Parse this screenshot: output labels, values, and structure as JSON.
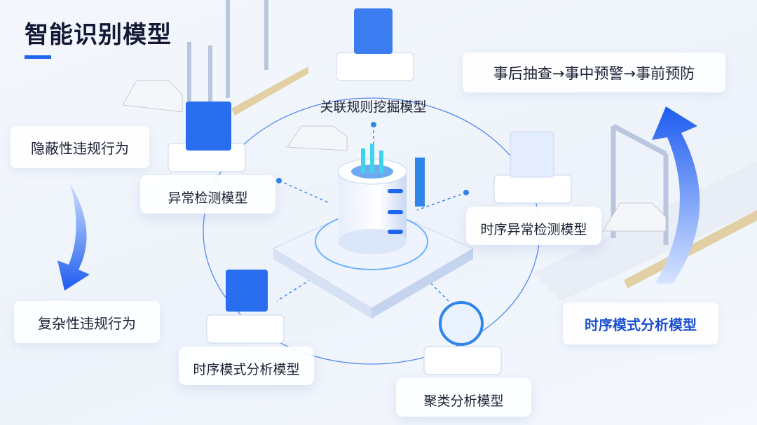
{
  "title": "智能识别模型",
  "flow": "事后抽查→事中预警→事前预防",
  "left_labels": [
    "隐蔽性违规行为",
    "复杂性违规行为"
  ],
  "right_label": "时序模式分析模型",
  "nodes": {
    "association": "关联规则挖掘模型",
    "anomaly": "异常检测模型",
    "ts_anomaly": "时序异常检测模型",
    "ts_pattern": "时序模式分析模型",
    "cluster": "聚类分析模型"
  },
  "colors": {
    "accent": "#1e66f0",
    "title": "#141a36",
    "highlight": "#1a4fd0"
  }
}
